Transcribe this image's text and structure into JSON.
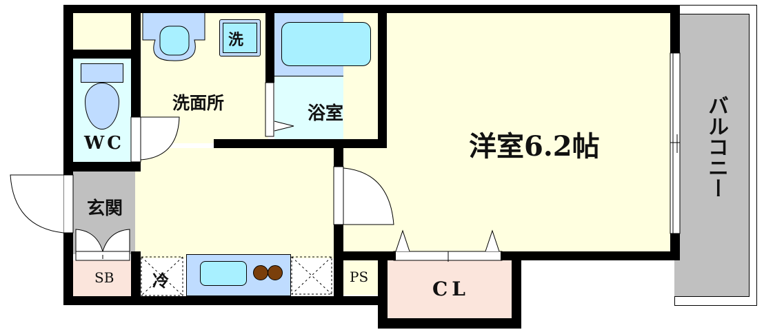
{
  "floorplan": {
    "rooms": {
      "western_room": {
        "label": "洋室6.2帖",
        "area_jo": 6.2
      },
      "bathroom": {
        "label": "浴室"
      },
      "washroom": {
        "label": "洗面所"
      },
      "toilet": {
        "label": "WC"
      },
      "entrance": {
        "label": "玄関"
      },
      "shoe_box": {
        "label": "SB"
      },
      "refrigerator": {
        "label": "冷"
      },
      "pipe_space": {
        "label": "PS"
      },
      "closet": {
        "label": "CL"
      },
      "balcony": {
        "label": "バルコニー"
      },
      "washer": {
        "label": "洗"
      }
    },
    "colors": {
      "room_fill": "#ffffe0",
      "bath_fill": "#dfffff",
      "fixture_blue": "#bfdcff",
      "fixture_cyan": "#a8f0ff",
      "entrance_gray": "#c0c0c0",
      "closet_pink": "#fbe5dc",
      "stove_brown": "#7a3f0c",
      "wall": "#000000"
    }
  }
}
